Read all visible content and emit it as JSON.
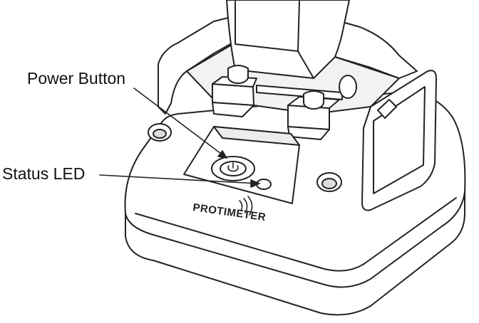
{
  "callouts": {
    "power_button": "Power Button",
    "status_led": "Status LED"
  },
  "device": {
    "brand_logo_text": "PROTIMETER"
  },
  "colors": {
    "line": "#222222",
    "fill": "#ffffff",
    "shade": "#d9d9d9"
  }
}
